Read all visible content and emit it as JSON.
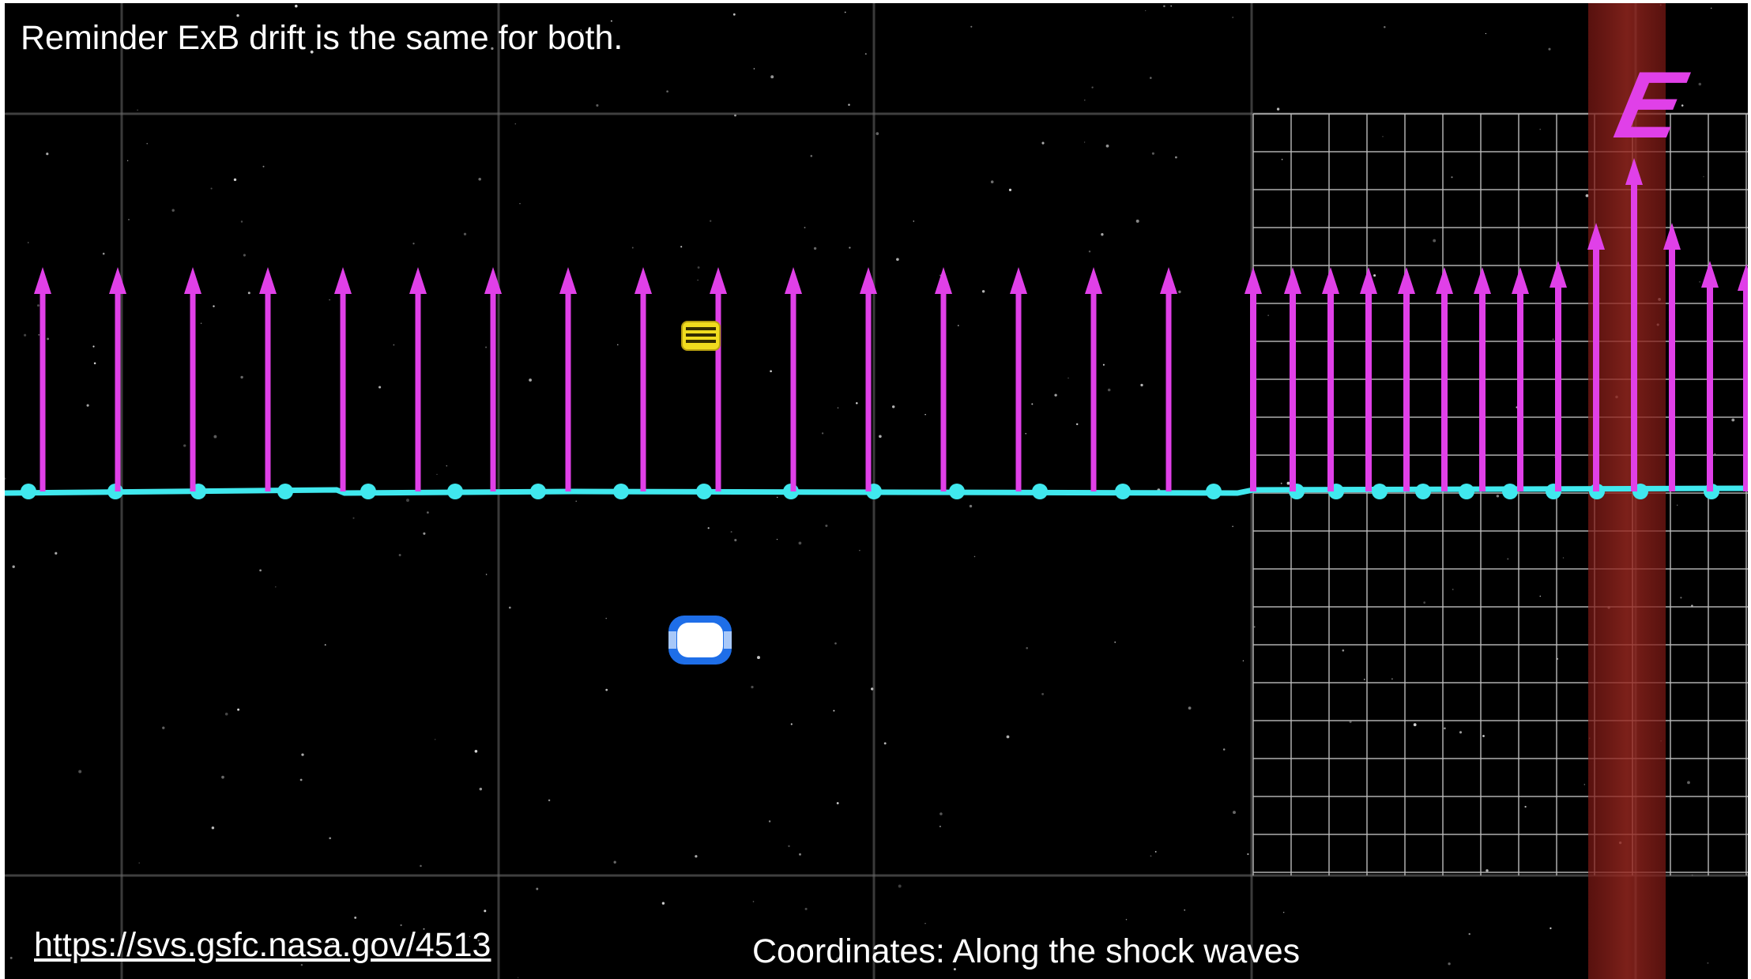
{
  "title": "Reminder ExB drift is the same for both.",
  "link_text": "https://svs.gsfc.nasa.gov/4513",
  "coordinates_text": "Coordinates: Along the shock waves",
  "field_label": "E",
  "colors": {
    "background": "#000000",
    "e_field_arrows": "#e040e8",
    "b_field_line": "#40e8ee",
    "shock_band": "#8a1e1a",
    "grid": "#6a6a6a",
    "ion_marker": "#f0dc1e",
    "electron_marker": "#1e6ee8",
    "text": "#ffffff"
  },
  "icons": [
    "yellow-particle-icon",
    "blue-particle-icon"
  ]
}
